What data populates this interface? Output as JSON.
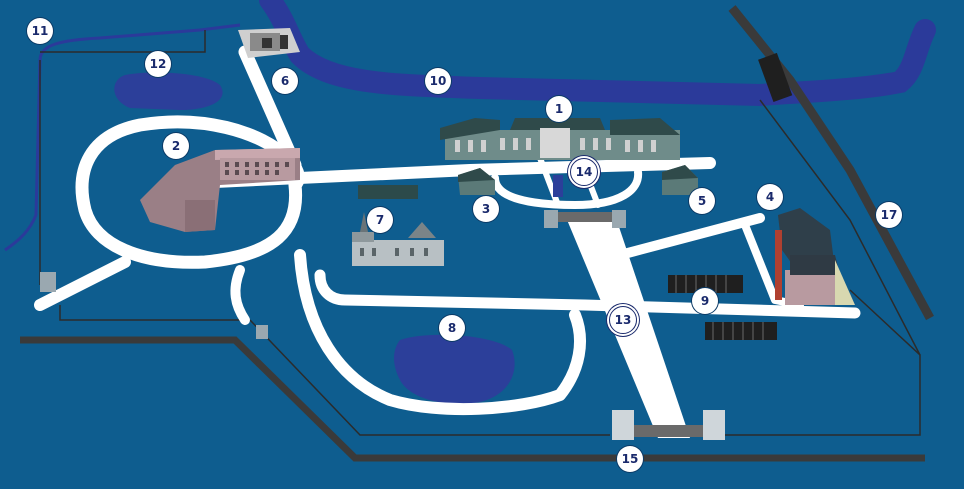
{
  "colors": {
    "water_background": "#0e5d8f",
    "river": "#2b3a9a",
    "pond": "#2c3f9a",
    "road": "#ffffff",
    "boundary_fence": "#3a3a3a",
    "thin_path": "#2b2b2b",
    "marker_fill": "#ffffff",
    "marker_text": "#1a2a6c"
  },
  "markers": [
    {
      "id": "1",
      "label": "1"
    },
    {
      "id": "2",
      "label": "2"
    },
    {
      "id": "3",
      "label": "3"
    },
    {
      "id": "4",
      "label": "4"
    },
    {
      "id": "5",
      "label": "5"
    },
    {
      "id": "6",
      "label": "6"
    },
    {
      "id": "7",
      "label": "7"
    },
    {
      "id": "8",
      "label": "8"
    },
    {
      "id": "9",
      "label": "9"
    },
    {
      "id": "10",
      "label": "10"
    },
    {
      "id": "11",
      "label": "11"
    },
    {
      "id": "12",
      "label": "12"
    },
    {
      "id": "13",
      "label": "13"
    },
    {
      "id": "14",
      "label": "14"
    },
    {
      "id": "15",
      "label": "15"
    },
    {
      "id": "17",
      "label": "17"
    }
  ]
}
